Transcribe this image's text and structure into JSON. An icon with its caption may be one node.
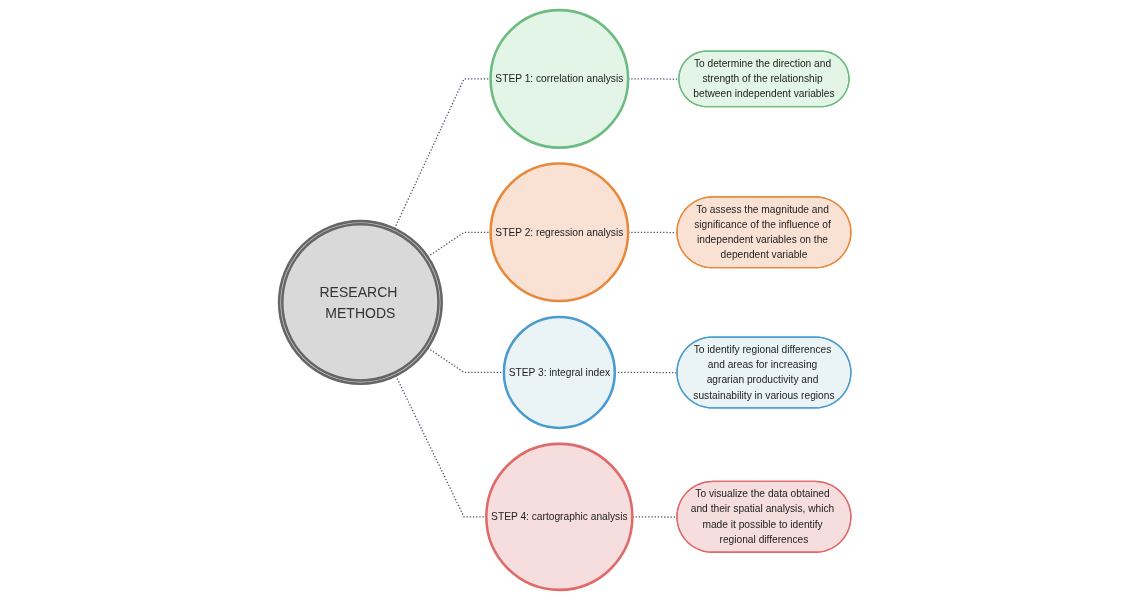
{
  "diagram": {
    "nodes": [
      {
        "text": [
          "RESEARCH METHODS"
        ]
      },
      {
        "text": [
          "STEP 1: correlation analysis"
        ]
      },
      {
        "text": [
          "STEP 2: regression analysis"
        ]
      },
      {
        "text": [
          "STEP 3: integral index"
        ]
      },
      {
        "text": [
          "STEP 4: cartographic analysis"
        ]
      },
      {
        "text": [
          "To determine the direction and strength of the relationship between independent variables"
        ]
      },
      {
        "text": [
          "To assess the magnitude and significance of the influence of independent variables on the dependent variable"
        ]
      },
      {
        "text": [
          "To identify regional differences and areas for increasing agrarian productivity and sustainability in various regions"
        ]
      },
      {
        "text": [
          "To visualize the data obtained and their spatial analysis, which made it possible to identify regional differences"
        ]
      }
    ],
    "edges": [
      {
        "from": 0,
        "to": 1,
        "arrow": "none",
        "style": "dashed"
      },
      {
        "from": 0,
        "to": 2,
        "arrow": "none",
        "style": "dashed"
      },
      {
        "from": 0,
        "to": 3,
        "arrow": "none",
        "style": "dashed"
      },
      {
        "from": 0,
        "to": 4,
        "arrow": "none",
        "style": "dashed"
      },
      {
        "from": 1,
        "to": 5,
        "arrow": "none",
        "style": "dashed"
      },
      {
        "from": 2,
        "to": 6,
        "arrow": "none",
        "style": "dashed"
      },
      {
        "from": 3,
        "to": 7,
        "arrow": "none",
        "style": "dashed"
      },
      {
        "from": 4,
        "to": 8,
        "arrow": "none",
        "style": "dashed"
      }
    ]
  }
}
